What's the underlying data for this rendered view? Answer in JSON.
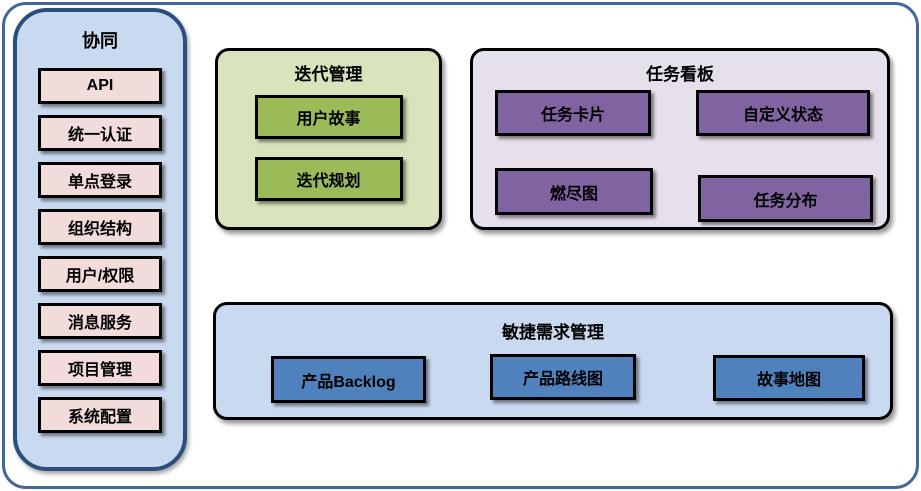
{
  "colors": {
    "frame-border": "#44679b",
    "sidebar-border": "#2c4d7e",
    "light-blue": "#c9d9f0",
    "pink": "#f2dcdb",
    "light-green": "#d7e4bc",
    "green": "#9bbb59",
    "light-purple": "#e6e0ec",
    "purple": "#8064a2",
    "blue": "#4f81bd"
  },
  "sidebar": {
    "title": "协同",
    "items": [
      "API",
      "统一认证",
      "单点登录",
      "组织结构",
      "用户/权限",
      "消息服务",
      "项目管理",
      "系统配置"
    ]
  },
  "iteration": {
    "title": "迭代管理",
    "items": [
      "用户故事",
      "迭代规划"
    ]
  },
  "kanban": {
    "title": "任务看板",
    "items": [
      "任务卡片",
      "自定义状态",
      "燃尽图",
      "任务分布"
    ]
  },
  "agile": {
    "title": "敏捷需求管理",
    "items": [
      "产品Backlog",
      "产品路线图",
      "故事地图"
    ]
  }
}
